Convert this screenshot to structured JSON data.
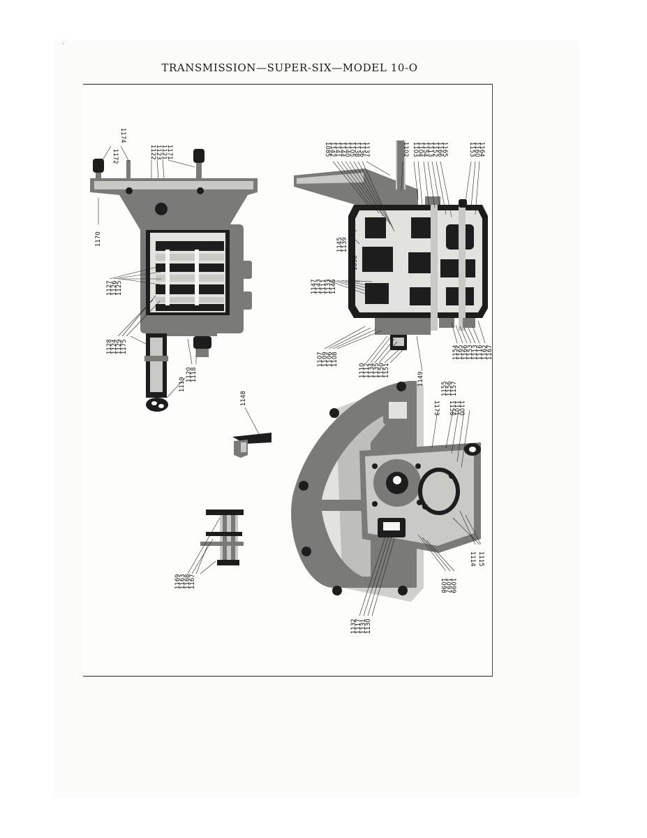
{
  "page": {
    "title": "TRANSMISSION—SUPER-SIX—MODEL 10-O",
    "speck": "."
  },
  "figure": {
    "labels": {
      "top_view": [
        "1170",
        "1172",
        "1174",
        "1122",
        "1123",
        "1121",
        "1171",
        "1127",
        "1126",
        "1125",
        "1128",
        "1124",
        "1129",
        "1175",
        "1119",
        "1120",
        "1118"
      ],
      "section_view": [
        "1085",
        "1142",
        "1141",
        "1144",
        "1140",
        "1105",
        "1138",
        "1136",
        "1137",
        "1102",
        "1103",
        "1104",
        "1154",
        "1113",
        "1152",
        "1166",
        "1165",
        "1153",
        "1160",
        "1164",
        "1145",
        "1139",
        "1096",
        "1147",
        "1143",
        "1111",
        "1133",
        "1146",
        "1107",
        "1109",
        "1106",
        "1108",
        "1110",
        "1112",
        "1134",
        "1135",
        "1150",
        "1151",
        "1149",
        "1154",
        "1165",
        "1166",
        "1153",
        "1113",
        "1116",
        "1162",
        "1167"
      ],
      "detail_upper": [
        "1148"
      ],
      "detail_lower": [
        "1169",
        "1163",
        "1168",
        "1167"
      ],
      "end_view": [
        "1155",
        "1156",
        "1157",
        "1173",
        "1158",
        "1101",
        "1100",
        "1114",
        "1115",
        "1098",
        "1097",
        "1099",
        "1132",
        "1117",
        "1131",
        "1130"
      ]
    }
  }
}
